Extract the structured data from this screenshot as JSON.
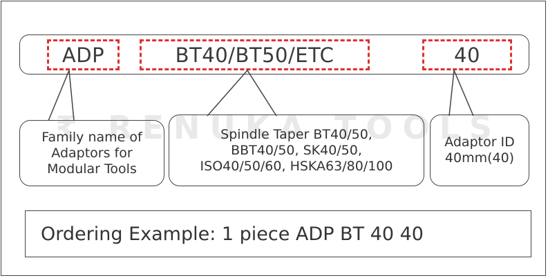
{
  "watermark": "₹ RENUKA TOOLS",
  "code": {
    "family": "ADP",
    "taper": "BT40/BT50/ETC",
    "id": "40"
  },
  "callouts": {
    "family": [
      "Family name of",
      "Adaptors  for",
      "Modular Tools"
    ],
    "taper": [
      "Spindle Taper BT40/50,",
      "BBT40/50, SK40/50,",
      "ISO40/50/60, HSKA63/80/100"
    ],
    "id": [
      "Adaptor ID",
      "40mm(40)"
    ]
  },
  "example": "Ordering Example: 1 piece ADP BT 40 40",
  "colors": {
    "dash": "#e0302f",
    "line": "#444444",
    "watermark": "#e9e9e9"
  }
}
